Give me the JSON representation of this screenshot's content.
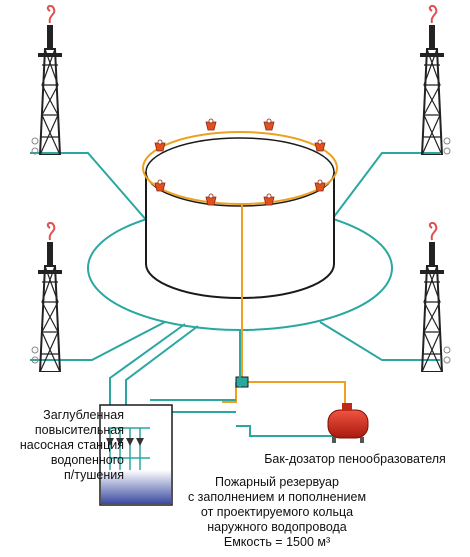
{
  "labels": {
    "station": [
      "Заглубленная",
      "повысительная",
      "насосная станция",
      "водопенного",
      "п/тушения"
    ],
    "dosing_tank": "Бак-дозатор пенообразователя",
    "reservoir": [
      "Пожарный резервуар",
      "с заполнением и пополнением",
      "от проектируемого кольца",
      "наружного водопровода",
      "Емкость = 1500 м³"
    ]
  },
  "colors": {
    "water_line": "#2aa7a0",
    "foam_line": "#f0a020",
    "tank_outline": "#1a1a1a",
    "foam_generator": "#e05020",
    "dosing_tank": "#d62a1e",
    "flare": "#e05050",
    "reservoir_water": "#3a4aa0"
  },
  "icons": {
    "tower": "lattice-tower-icon",
    "flare": "flare-icon",
    "foam_generator": "foam-generator-icon",
    "pump": "pump-icon",
    "dosing_tank": "dosing-tank-icon",
    "valve": "valve-icon"
  }
}
